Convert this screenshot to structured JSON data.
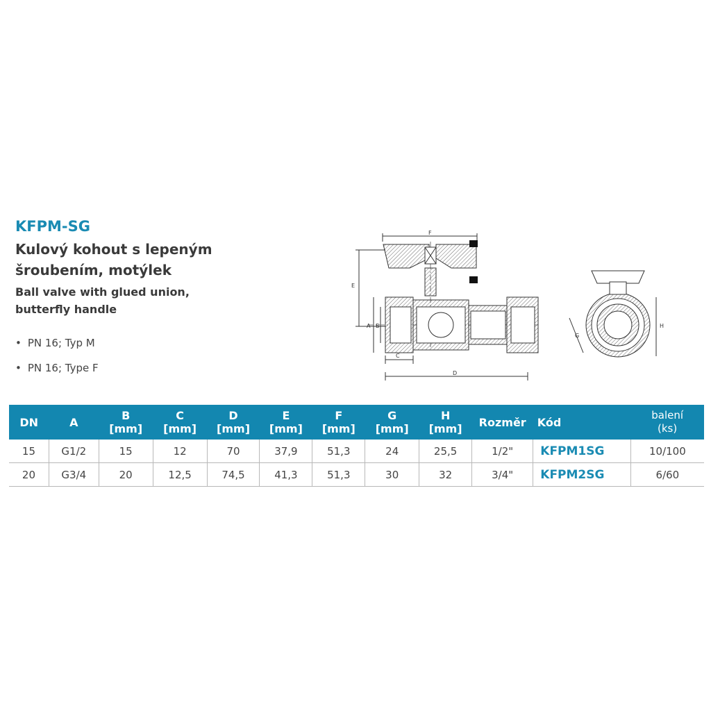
{
  "product": {
    "code": "KFPM-SG",
    "title_cz_line1": "Kulový kohout s lepeným",
    "title_cz_line2": "šroubením, motýlek",
    "title_en_line1": "Ball valve with glued union,",
    "title_en_line2": "butterfly handle",
    "bullets": [
      "PN 16; Typ M",
      "PN 16; Type F"
    ]
  },
  "drawing": {
    "dimension_labels": [
      "A",
      "B",
      "C",
      "D",
      "E",
      "F",
      "G",
      "H"
    ]
  },
  "table": {
    "headers": [
      {
        "line1": "DN",
        "line2": ""
      },
      {
        "line1": "A",
        "line2": ""
      },
      {
        "line1": "B",
        "line2": "[mm]"
      },
      {
        "line1": "C",
        "line2": "[mm]"
      },
      {
        "line1": "D",
        "line2": "[mm]"
      },
      {
        "line1": "E",
        "line2": "[mm]"
      },
      {
        "line1": "F",
        "line2": "[mm]"
      },
      {
        "line1": "G",
        "line2": "[mm]"
      },
      {
        "line1": "H",
        "line2": "[mm]"
      },
      {
        "line1": "Rozměr",
        "line2": ""
      },
      {
        "line1": "Kód",
        "line2": ""
      },
      {
        "line1": "balení",
        "line2": "(ks)"
      }
    ],
    "rows": [
      [
        "15",
        "G1/2",
        "15",
        "12",
        "70",
        "37,9",
        "51,3",
        "24",
        "25,5",
        "1/2\"",
        "KFPM1SG",
        "10/100"
      ],
      [
        "20",
        "G3/4",
        "20",
        "12,5",
        "74,5",
        "41,3",
        "51,3",
        "30",
        "32",
        "3/4\"",
        "KFPM2SG",
        "6/60"
      ]
    ]
  },
  "colors": {
    "accent": "#1387b0",
    "code_text": "#1a8bb3"
  }
}
